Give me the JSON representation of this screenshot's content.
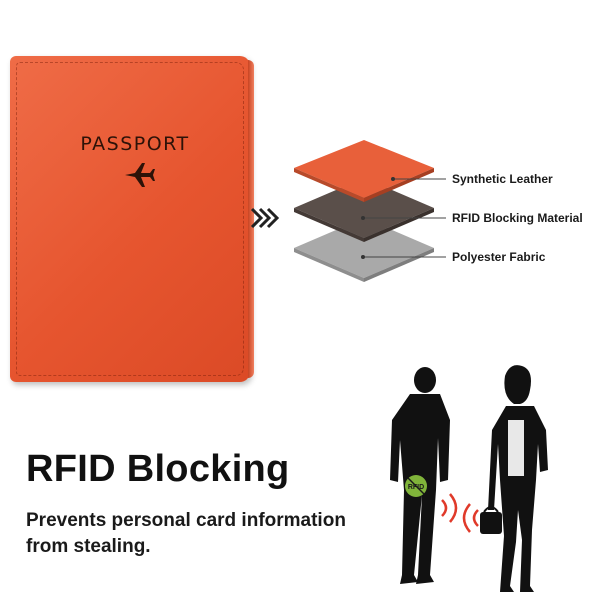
{
  "passport": {
    "cover_text": "PASSPORT",
    "cover_color": "#e85a34",
    "emblem_icon": "airplane-icon"
  },
  "arrow_icon": "double-chevron-right-icon",
  "layers": [
    {
      "label": "Synthetic Leather",
      "color": "#e8603a"
    },
    {
      "label": "RFID Blocking Material",
      "color": "#5a4f4a"
    },
    {
      "label": "Polyester Fabric",
      "color": "#a9a9a9"
    }
  ],
  "headline": "RFID Blocking",
  "subtext": "Prevents personal card information from stealing.",
  "illustration": {
    "badge_text": "RFID",
    "signal_color": "#e03a2a",
    "badge_color": "#8dc63f"
  }
}
